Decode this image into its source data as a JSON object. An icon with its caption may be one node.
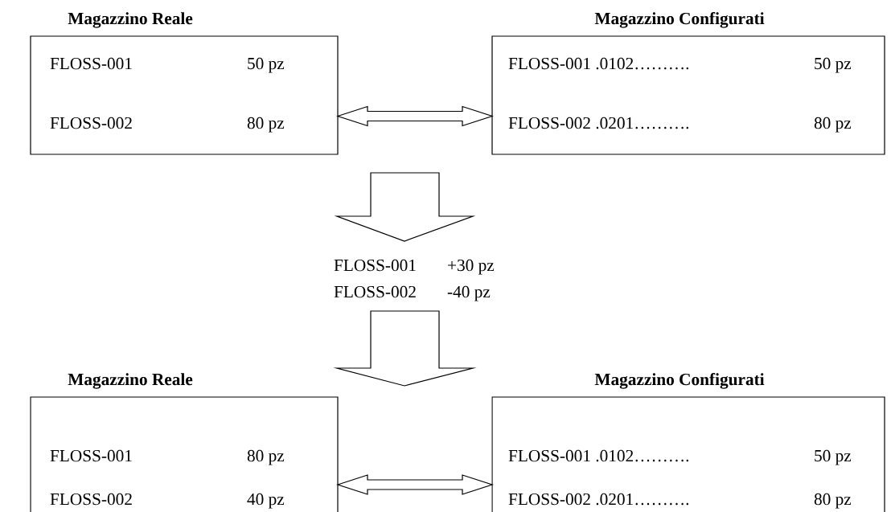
{
  "diagram": {
    "nodes": [
      {
        "text": [
          "Magazzino Reale",
          "FLOSS-001",
          "50 pz",
          "FLOSS-002",
          "80 pz"
        ]
      },
      {
        "text": [
          "Magazzino Configurati",
          "FLOSS-001 .0102……….",
          "50 pz",
          "FLOSS-002 .0201……….",
          "80 pz"
        ]
      },
      {
        "text": [
          "FLOSS-001",
          "+30 pz",
          "FLOSS-002",
          "-40 pz"
        ]
      },
      {
        "text": [
          "Magazzino Reale",
          "FLOSS-001",
          "80 pz",
          "FLOSS-002",
          "40 pz"
        ]
      },
      {
        "text": [
          "Magazzino Configurati",
          "FLOSS-001 .0102……….",
          "50 pz",
          "FLOSS-002 .0201……….",
          "80 pz"
        ]
      }
    ],
    "edges": [
      {
        "from": 0,
        "to": 1,
        "arrow": "both"
      },
      {
        "from": null,
        "to": 2,
        "arrow": "to"
      },
      {
        "from": 2,
        "to": null,
        "arrow": "to"
      },
      {
        "from": 3,
        "to": 4,
        "arrow": "both"
      }
    ]
  }
}
